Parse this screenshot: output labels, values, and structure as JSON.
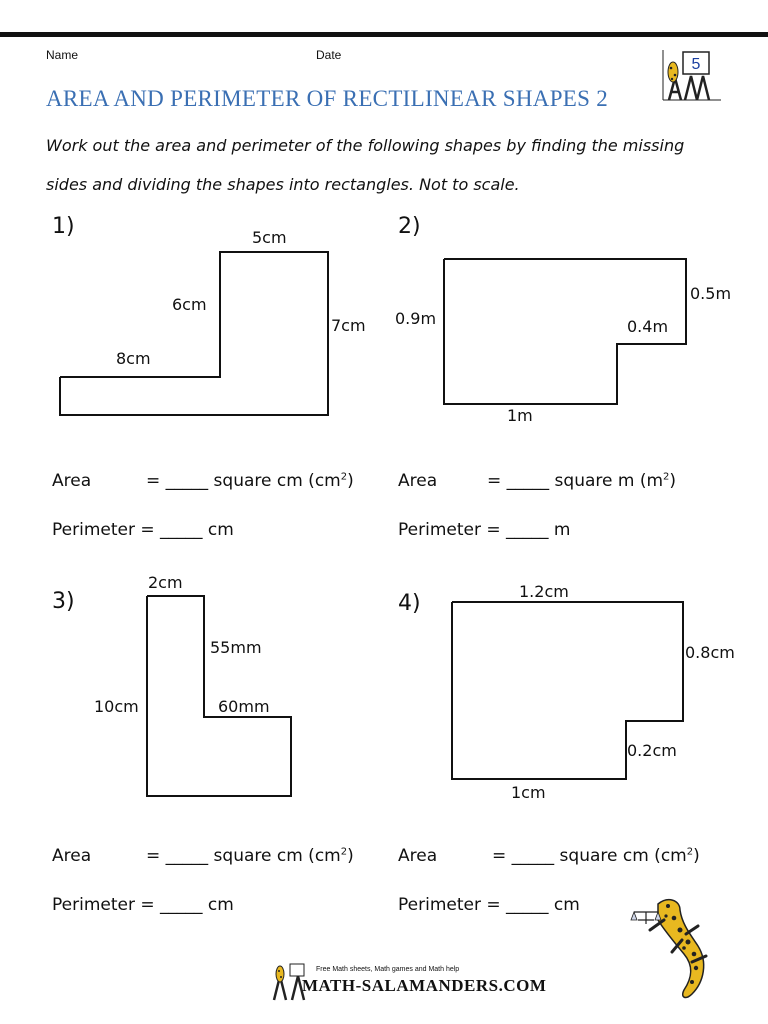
{
  "header": {
    "name_label": "Name",
    "date_label": "Date",
    "title": "AREA AND PERIMETER OF RECTILINEAR SHAPES 2",
    "logo_digit": "5",
    "instructions_line1": "Work out the area and perimeter of the following shapes by finding the missing",
    "instructions_line2": "sides and dividing the shapes into rectangles. Not to scale."
  },
  "problems": [
    {
      "number": "1)",
      "labels": [
        "5cm",
        "6cm",
        "7cm",
        "8cm"
      ],
      "area_label": "Area",
      "area_text": "= _____ square cm (cm",
      "area_sup": "2",
      "area_close": ")",
      "perimeter_text": "Perimeter = _____ cm"
    },
    {
      "number": "2)",
      "labels": [
        "0.5m",
        "0.9m",
        "0.4m",
        "1m"
      ],
      "area_label": "Area",
      "area_text": "= _____ square m (m",
      "area_sup": "2",
      "area_close": ")",
      "perimeter_text": "Perimeter = _____ m"
    },
    {
      "number": "3)",
      "labels": [
        "2cm",
        "55mm",
        "10cm",
        "60mm"
      ],
      "area_label": "Area",
      "area_text": "= _____ square cm (cm",
      "area_sup": "2",
      "area_close": ")",
      "perimeter_text": "Perimeter = _____ cm"
    },
    {
      "number": "4)",
      "labels": [
        "1.2cm",
        "0.8cm",
        "0.2cm",
        "1cm"
      ],
      "area_label": "Area",
      "area_text": "= _____ square cm (cm",
      "area_sup": "2",
      "area_close": ")",
      "perimeter_text": "Perimeter = _____ cm"
    }
  ],
  "footer": {
    "tagline": "Free Math sheets, Math games and Math help",
    "site": "MATH-SALAMANDERS.COM"
  },
  "colors": {
    "title": "#3a6fb3",
    "salamander_body": "#e8b820",
    "salamander_spots": "#222222"
  }
}
